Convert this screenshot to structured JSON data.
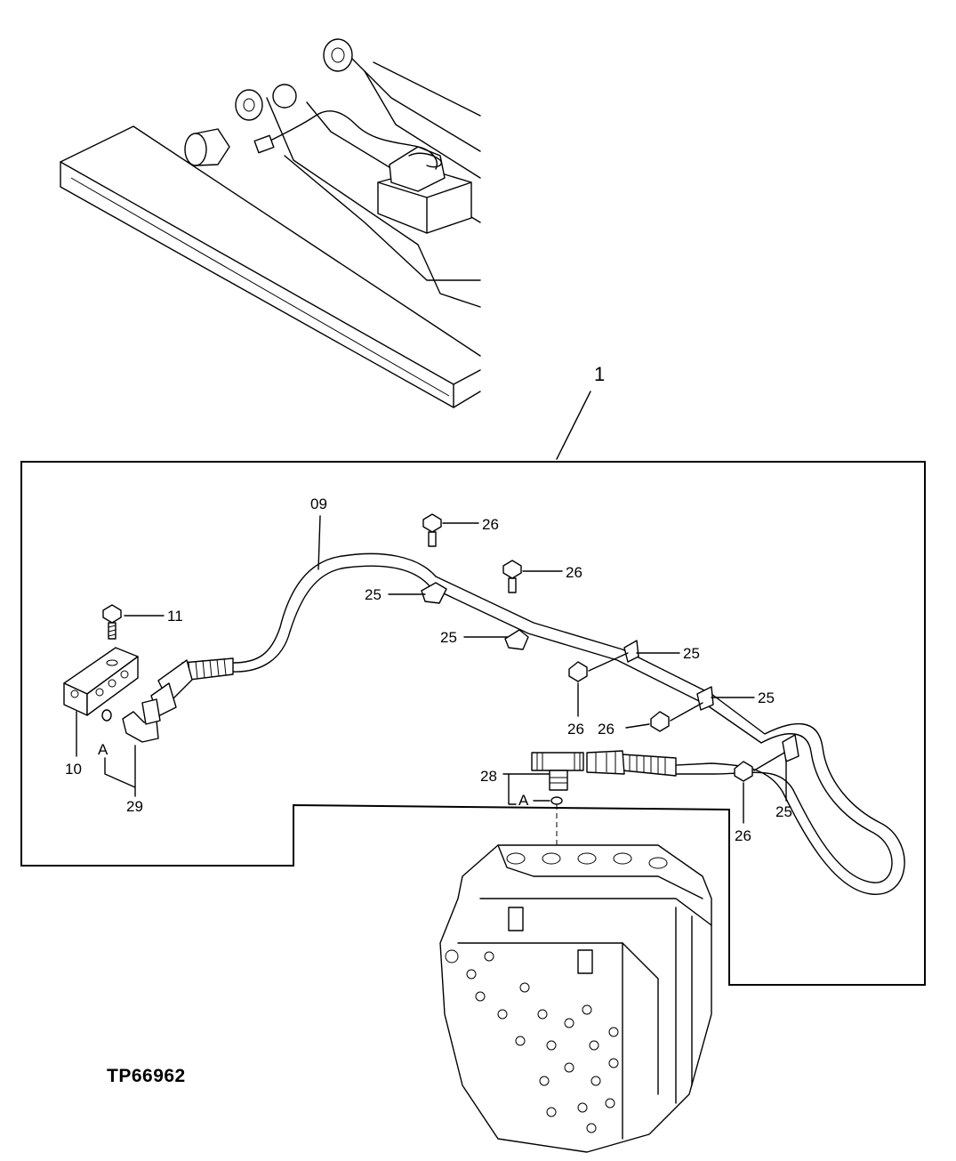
{
  "figure": {
    "image_code": "TP66962",
    "assembly_callout": "1",
    "callouts": {
      "line": "09",
      "block": "10",
      "block_bolt": "11",
      "clamp_a": "25",
      "clamp_b": "25",
      "clamp_c": "25",
      "clamp_d": "25",
      "clamp_e": "25",
      "bolt_a": "26",
      "bolt_b": "26",
      "bolt_c": "26",
      "bolt_d": "26",
      "bolt_e": "26",
      "tee": "28",
      "elbow": "29",
      "ref_a_left": "A",
      "ref_a_right": "A"
    }
  }
}
